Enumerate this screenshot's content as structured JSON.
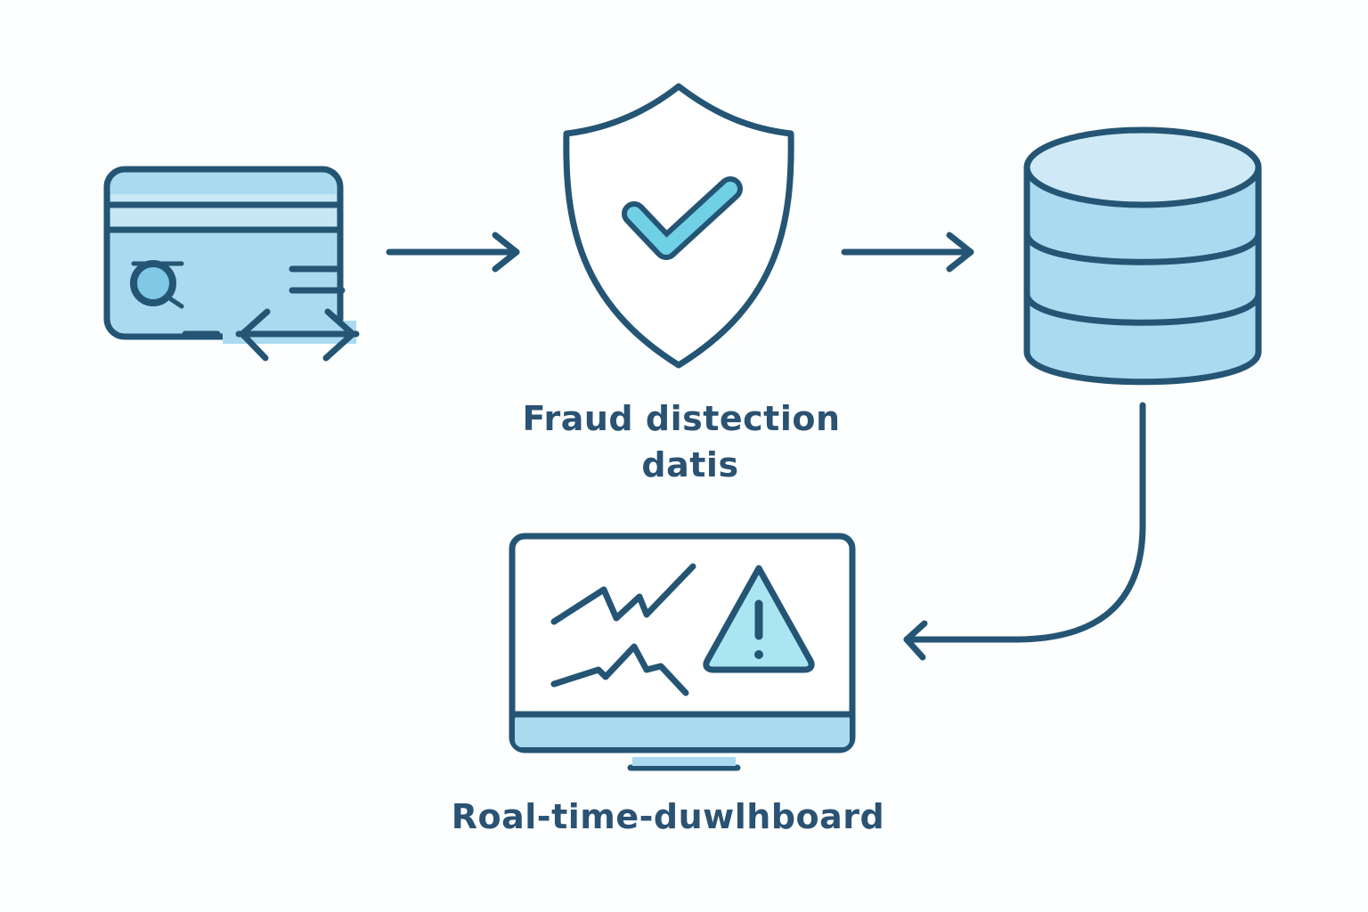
{
  "colors": {
    "outline": "#245574",
    "fill_light": "#a9daf0",
    "fill_lighter": "#cfeaf6",
    "accent": "#6fd0e6",
    "text": "#2a5273",
    "background": "#fdfefe"
  },
  "nodes": {
    "card": {
      "icon": "credit-card-icon"
    },
    "shield": {
      "icon": "shield-check-icon",
      "label_line1": "Fraud distection",
      "label_line2": "datis"
    },
    "database": {
      "icon": "database-icon"
    },
    "dashboard": {
      "icon": "monitor-dashboard-icon",
      "label": "Roal-time-duwlhboard"
    }
  },
  "edges": [
    {
      "from": "card",
      "to": "shield",
      "icon": "arrow-right-icon"
    },
    {
      "from": "shield",
      "to": "database",
      "icon": "arrow-right-icon"
    },
    {
      "from": "database",
      "to": "dashboard",
      "icon": "curved-arrow-icon"
    }
  ]
}
